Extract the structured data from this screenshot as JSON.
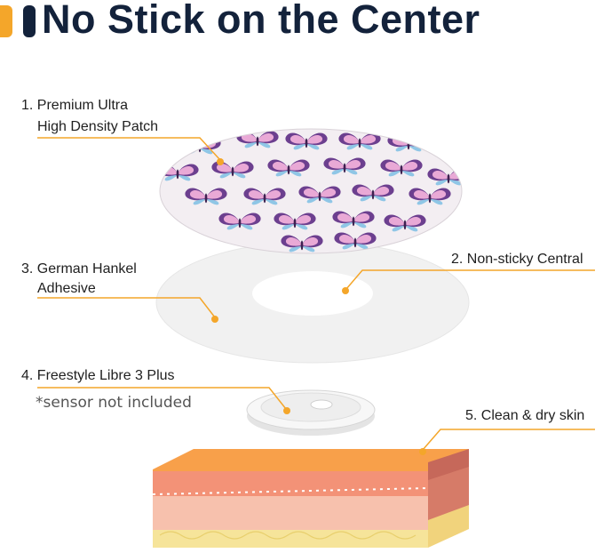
{
  "title": "No Stick on the Center",
  "labels": {
    "l1_line1": "1. Premium Ultra",
    "l1_line2": "High Density Patch",
    "l2": "2. Non-sticky Central",
    "l3_line1": "3. German Hankel",
    "l3_line2": "Adhesive",
    "l4": "4. Freestyle Libre 3 Plus",
    "note": "*sensor not included",
    "l5": "5. Clean & dry skin"
  },
  "colors": {
    "accent": "#f4a62a",
    "title": "#13223b",
    "patch_bg": "#f3eef2",
    "butterfly_purple": "#6c3f8f",
    "butterfly_pink": "#e9a9d6",
    "skin_orange": "#f8a04a",
    "skin_pink": "#f4b3a1",
    "fat_yellow": "#f6e49a"
  },
  "icons": [
    "butterfly-pattern",
    "sensor-icon",
    "skin-layers"
  ]
}
